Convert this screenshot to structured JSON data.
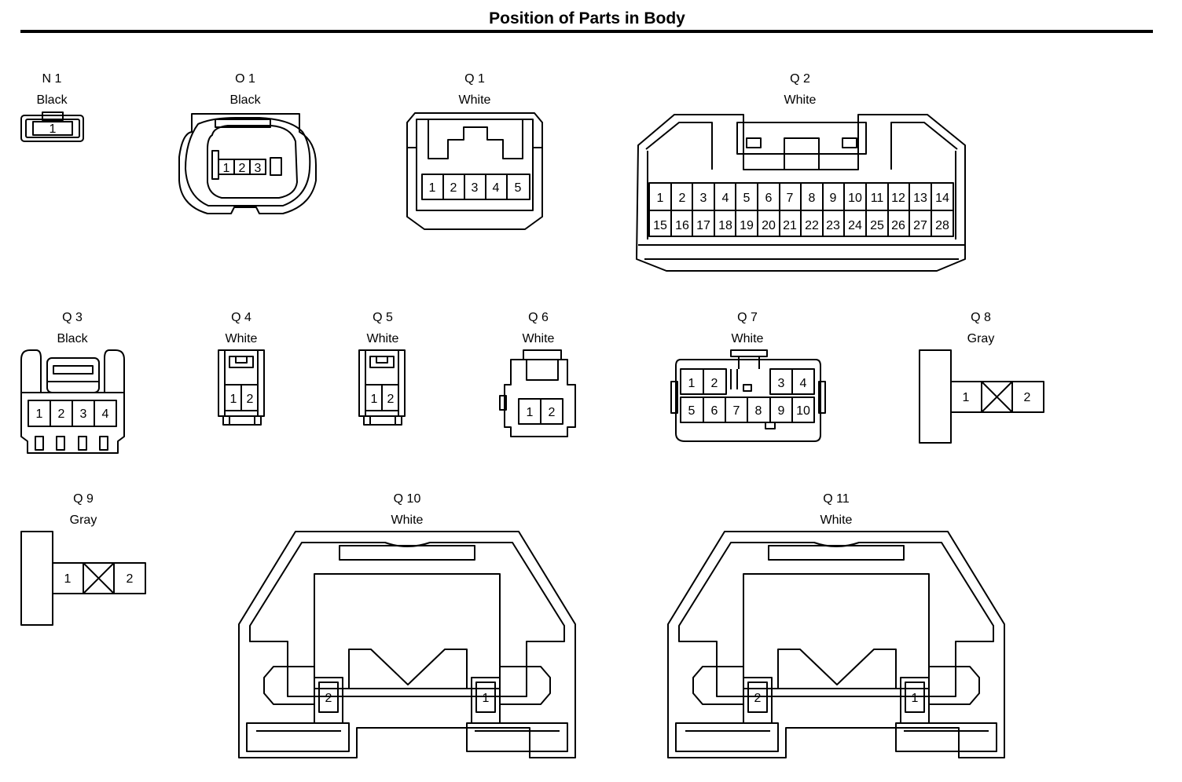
{
  "page": {
    "title": "Position of Parts in Body"
  },
  "connectors": [
    {
      "id": "N 1",
      "color": "Black",
      "pins": [
        "1"
      ]
    },
    {
      "id": "O 1",
      "color": "Black",
      "pins": [
        "1",
        "2",
        "3"
      ]
    },
    {
      "id": "Q 1",
      "color": "White",
      "pins": [
        "1",
        "2",
        "3",
        "4",
        "5"
      ]
    },
    {
      "id": "Q 2",
      "color": "White",
      "pins": [
        "1",
        "2",
        "3",
        "4",
        "5",
        "6",
        "7",
        "8",
        "9",
        "10",
        "11",
        "12",
        "13",
        "14",
        "15",
        "16",
        "17",
        "18",
        "19",
        "20",
        "21",
        "22",
        "23",
        "24",
        "25",
        "26",
        "27",
        "28"
      ]
    },
    {
      "id": "Q 3",
      "color": "Black",
      "pins": [
        "1",
        "2",
        "3",
        "4"
      ]
    },
    {
      "id": "Q 4",
      "color": "White",
      "pins": [
        "1",
        "2"
      ]
    },
    {
      "id": "Q 5",
      "color": "White",
      "pins": [
        "1",
        "2"
      ]
    },
    {
      "id": "Q 6",
      "color": "White",
      "pins": [
        "1",
        "2"
      ]
    },
    {
      "id": "Q 7",
      "color": "White",
      "pins": [
        "1",
        "2",
        "3",
        "4",
        "5",
        "6",
        "7",
        "8",
        "9",
        "10"
      ]
    },
    {
      "id": "Q 8",
      "color": "Gray",
      "pins": [
        "1",
        "2"
      ]
    },
    {
      "id": "Q 9",
      "color": "Gray",
      "pins": [
        "1",
        "2"
      ]
    },
    {
      "id": "Q 10",
      "color": "White",
      "pins": [
        "2",
        "1"
      ]
    },
    {
      "id": "Q 11",
      "color": "White",
      "pins": [
        "2",
        "1"
      ]
    }
  ]
}
